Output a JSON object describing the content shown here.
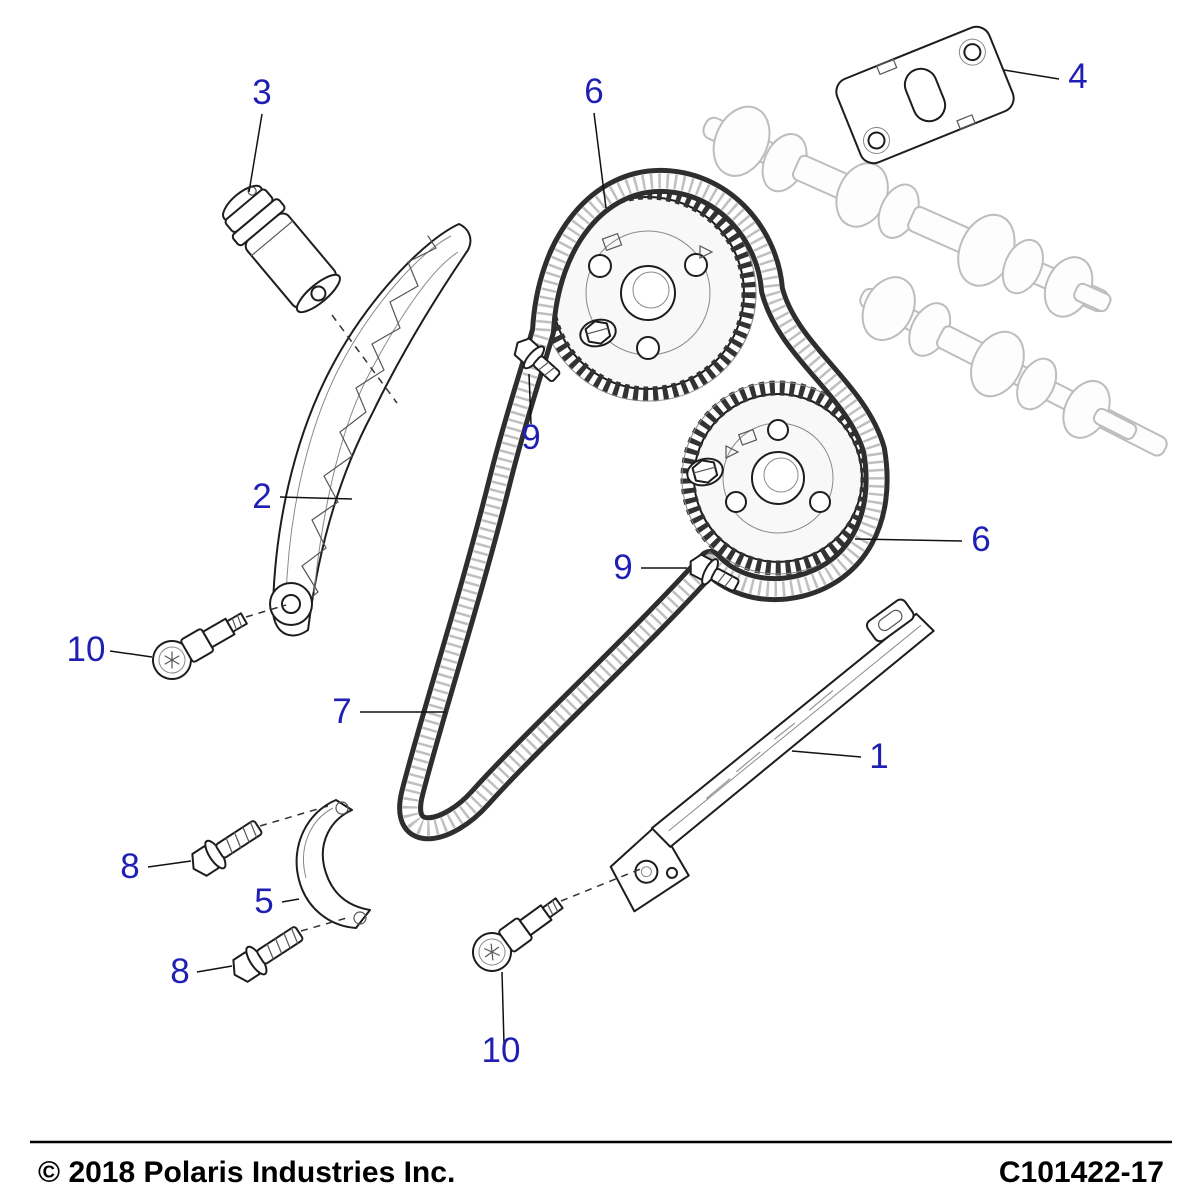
{
  "diagram": {
    "description": "Exploded parts diagram: cam chain, sprockets, guides and fasteners",
    "callouts": {
      "c1": "1",
      "c2": "2",
      "c3": "3",
      "c4": "4",
      "c5": "5",
      "c6_top": "6",
      "c6_right": "6",
      "c7": "7",
      "c8_upper": "8",
      "c8_lower": "8",
      "c9_upper": "9",
      "c9_lower": "9",
      "c10_left": "10",
      "c10_bottom": "10"
    },
    "colors": {
      "callout": "#1f1fb4",
      "line": "#1d1d1d",
      "ghost": "#bdbdbd",
      "paper": "#ffffff"
    }
  },
  "footer": {
    "copyright": "© 2018 Polaris Industries Inc.",
    "drawing_number": "C101422-17"
  }
}
